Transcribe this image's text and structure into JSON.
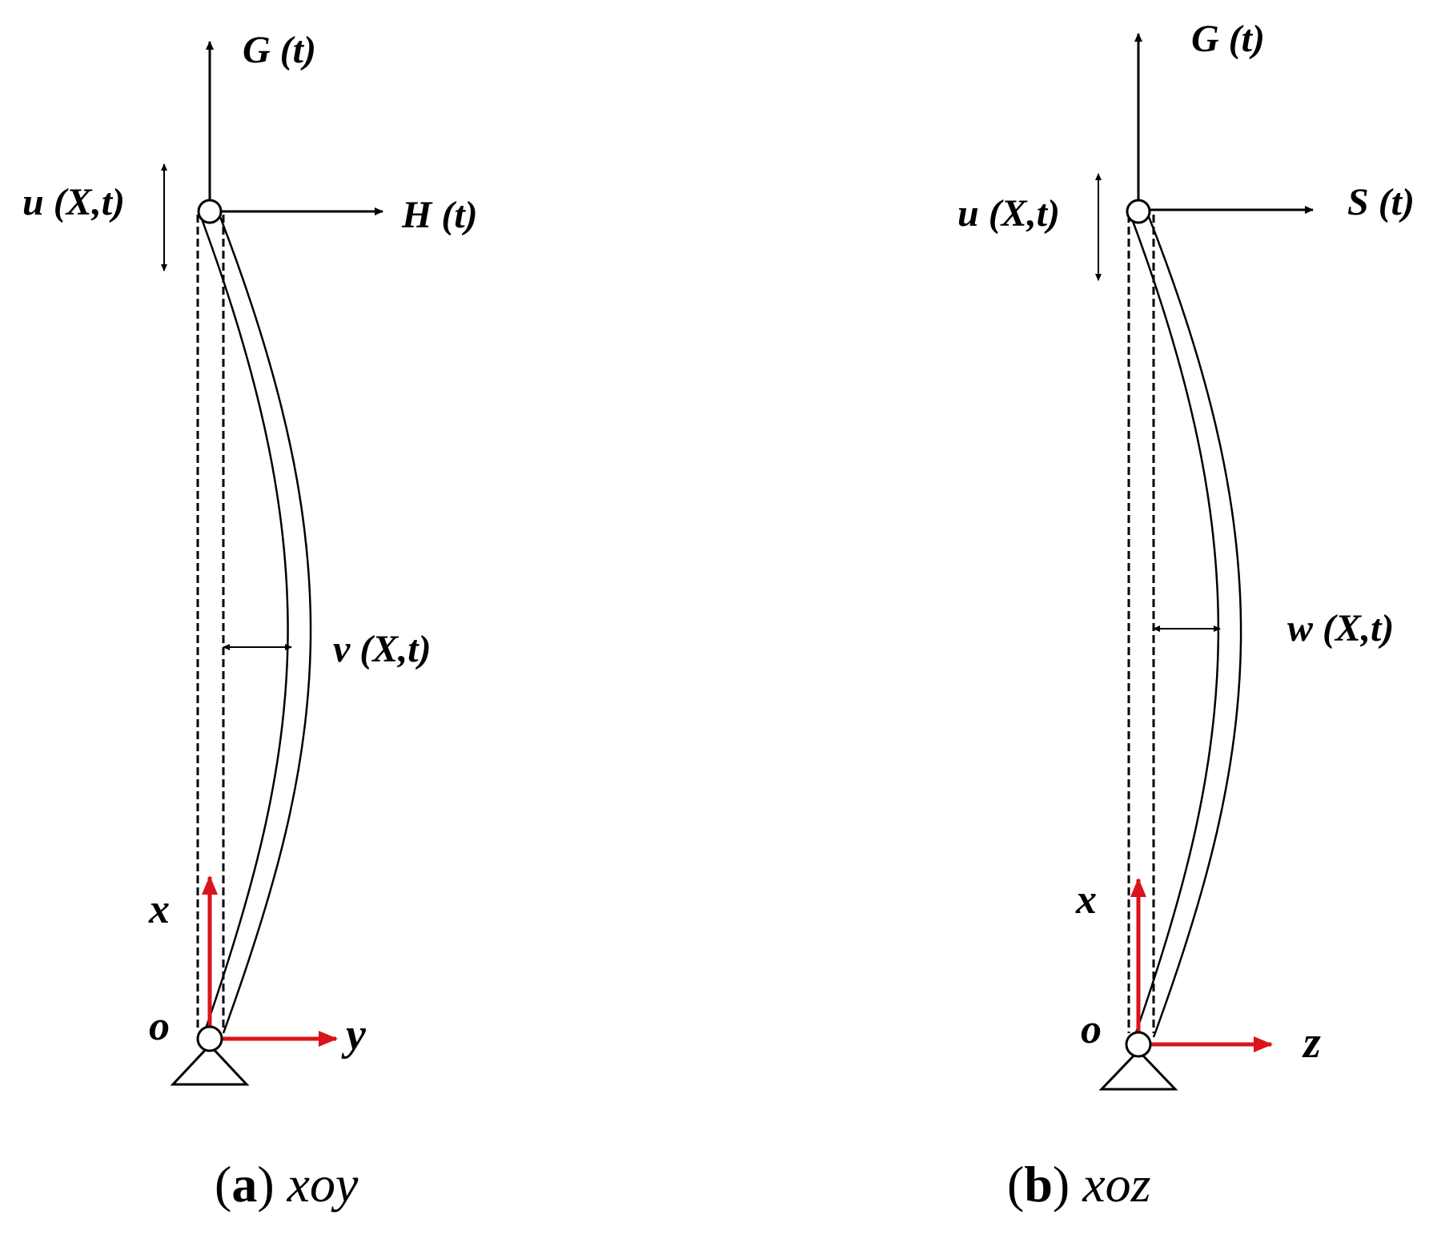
{
  "panel_a": {
    "force_top": "G (t)",
    "force_side": "H (t)",
    "axial_disp": "u (X,t)",
    "lateral_disp": "v (X,t)",
    "axis_x": "x",
    "origin": "o",
    "axis_lateral": "y",
    "caption_letter": "a",
    "caption_plane": "xoy"
  },
  "panel_b": {
    "force_top": "G (t)",
    "force_side": "S (t)",
    "axial_disp": "u (X,t)",
    "lateral_disp": "w (X,t)",
    "axis_x": "x",
    "origin": "o",
    "axis_lateral": "z",
    "caption_letter": "b",
    "caption_plane": "xoz"
  },
  "colors": {
    "axis_red": "#d9141b",
    "line_black": "#000000"
  }
}
